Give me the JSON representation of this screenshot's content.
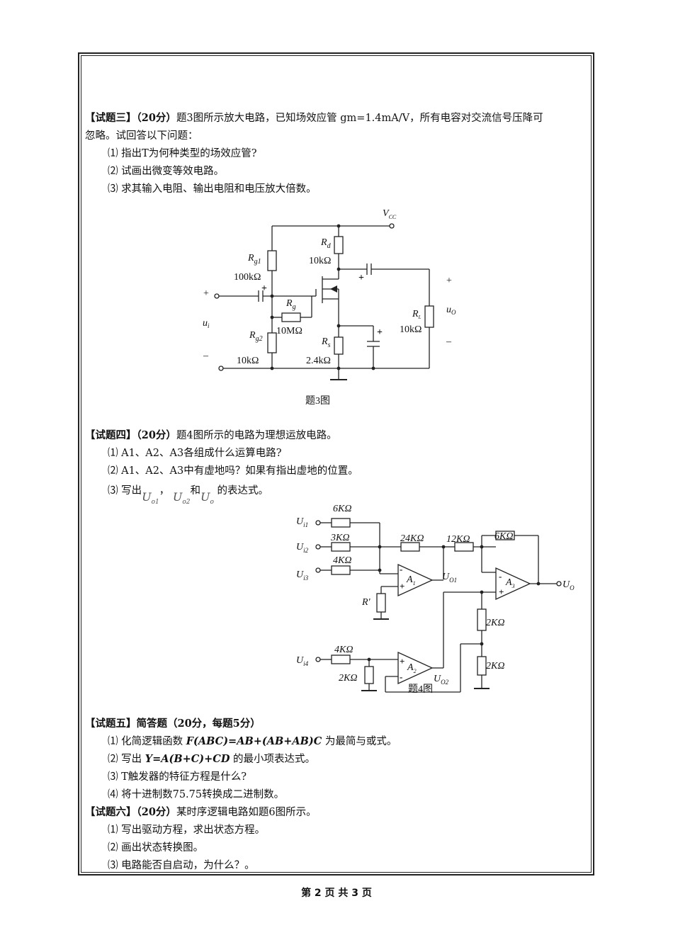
{
  "q3": {
    "title": "【试题三】（20分）",
    "line1": "题3图所示放大电路，已知场效应管 gm=1.4mA/V，所有电容对交流信号压降可",
    "line2": "忽略。试回答以下问题：",
    "items": [
      "⑴ 指出T为何种类型的场效应管?",
      "⑵ 试画出微变等效电路。",
      "⑶ 求其输入电阻、输出电阻和电压放大倍数。"
    ],
    "figure": {
      "caption": "题3图",
      "vcc": "V",
      "vcc_sub": "CC",
      "rg1": "R",
      "rg1_sub": "g1",
      "rg1_val": "100kΩ",
      "rd": "R",
      "rd_sub": "d",
      "rd_val": "10kΩ",
      "rg": "R",
      "rg_sub": "g",
      "rg_val": "10MΩ",
      "rg2": "R",
      "rg2_sub": "g2",
      "rg2_val": "10kΩ",
      "rs": "R",
      "rs_sub": "s",
      "rs_val": "2.4kΩ",
      "rl": "R",
      "rl_sub": "L",
      "rl_val": "10kΩ",
      "ui": "u",
      "ui_sub": "i",
      "uo": "u",
      "uo_sub": "O",
      "plus": "+",
      "minus": "–"
    }
  },
  "q4": {
    "title": "【试题四】（20分）",
    "line1": "题4图所示的电路为理想运放电路。",
    "items": [
      "⑴ A1、A2、A3各组成什么运算电路?",
      "⑵ A1、A2、A3中有虚地吗？如果有指出虚地的位置。"
    ],
    "item3_pre": "⑶ 写出",
    "item3_uo1": "U",
    "item3_uo1_sub": "o1",
    "item3_sep": "，",
    "item3_uo2": "U",
    "item3_uo2_sub": "o2",
    "item3_and": "和",
    "item3_uo": "U",
    "item3_uo_sub": "o",
    "item3_post": "的表达式。",
    "figure": {
      "caption": "题4图",
      "r6k": "6KΩ",
      "r3k": "3KΩ",
      "r4k_top": "4KΩ",
      "r24k": "24KΩ",
      "r12k": "12KΩ",
      "r6k_fb": "6KΩ",
      "r2k_a": "2KΩ",
      "r2k_b": "2KΩ",
      "r4k_bot": "4KΩ",
      "r2k_c": "2KΩ",
      "rprime": "R'",
      "ui1": "U",
      "ui1_sub": "i1",
      "ui2": "U",
      "ui2_sub": "i2",
      "ui3": "U",
      "ui3_sub": "i3",
      "ui4": "U",
      "ui4_sub": "i4",
      "a1": "A",
      "a1_sub": "1",
      "a2": "A",
      "a2_sub": "2",
      "a3": "A",
      "a3_sub": "3",
      "uo1": "U",
      "uo1_sub": "O1",
      "uo2": "U",
      "uo2_sub": "O2",
      "uo": "U",
      "uo_sub": "O"
    }
  },
  "q5": {
    "title": "【试题五】简答题（20分，每题5分）",
    "item1_pre": "⑴ 化简逻辑函数",
    "item1_formula": "F(ABC)=AB+(AB+AB)C",
    "item1_post": "为最简与或式。",
    "item2_pre": "⑵ 写出",
    "item2_formula": "Y=A(B+C)+CD",
    "item2_post": "的最小项表达式。",
    "item3": "⑶ T触发器的特征方程是什么?",
    "item4": "⑷ 将十进制数75.75转换成二进制数。"
  },
  "q6": {
    "title": "【试题六】（20分）",
    "line1": "某时序逻辑电路如题6图所示。",
    "items": [
      "⑴ 写出驱动方程，求出状态方程。",
      "⑵ 画出状态转换图。",
      "⑶ 电路能否自启动，为什么？。"
    ]
  },
  "footer": "第 2 页 共 3 页"
}
